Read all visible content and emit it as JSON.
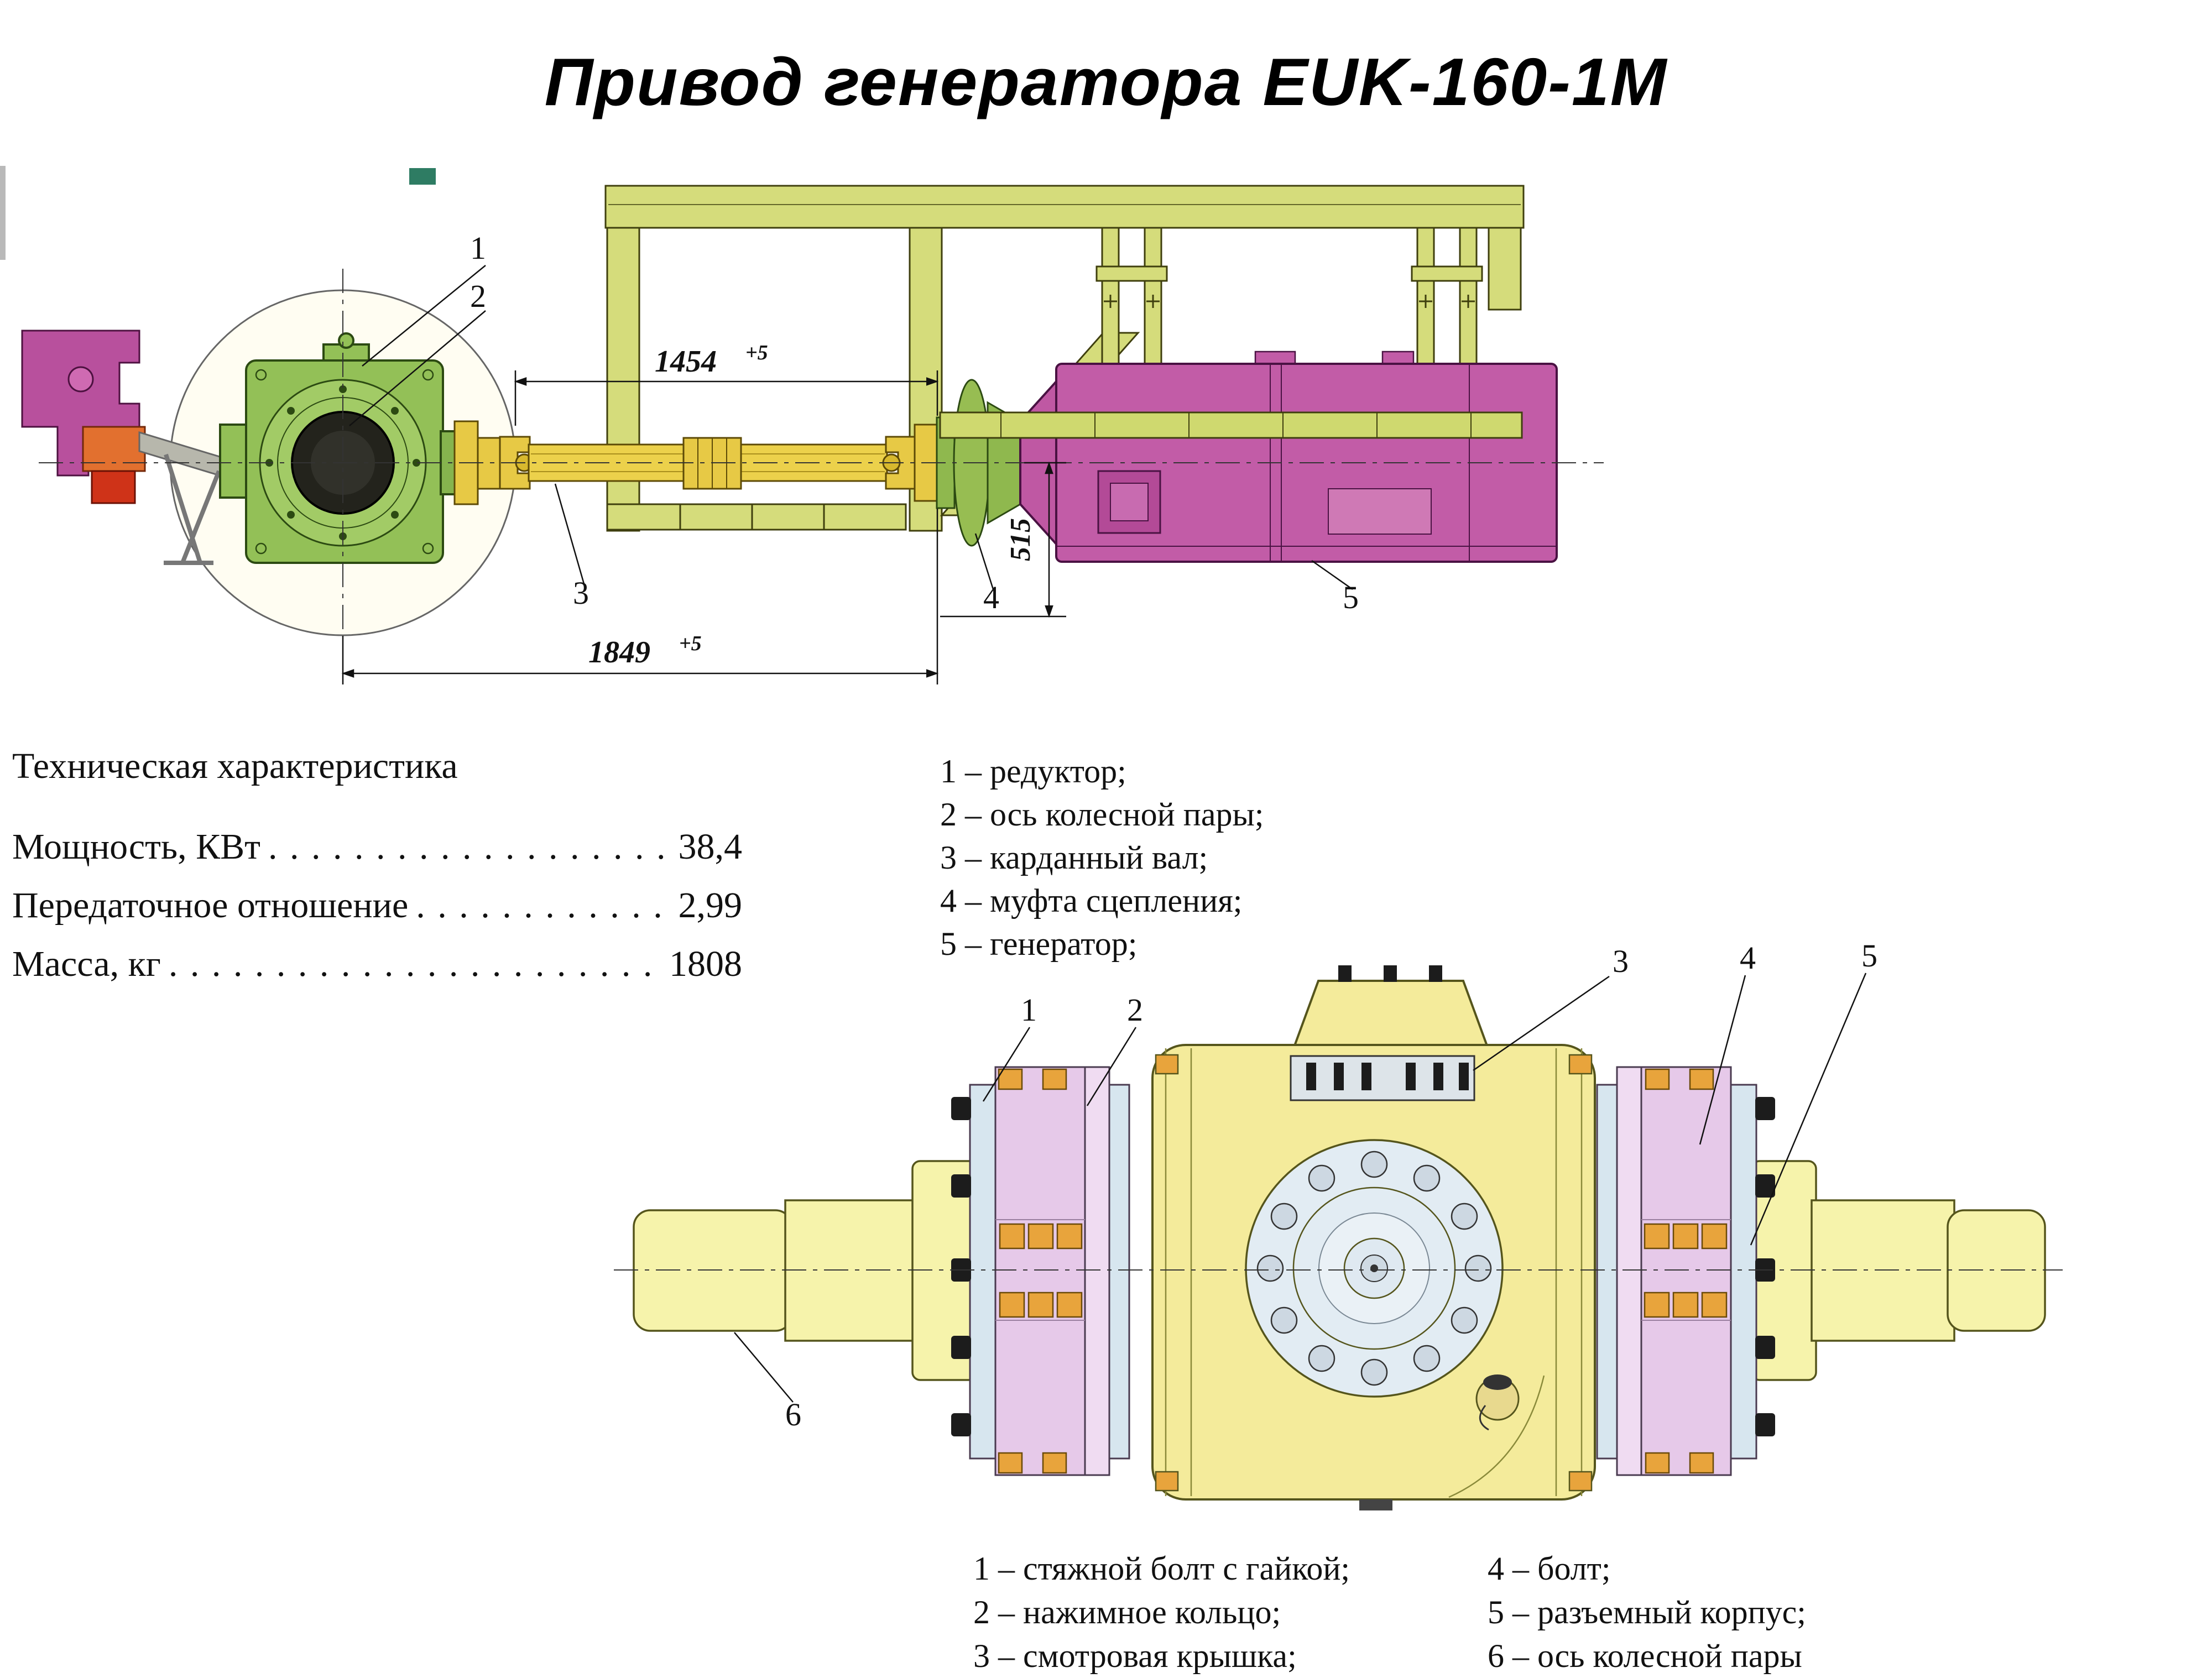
{
  "title": "Привод генератора EUK-160-1M",
  "top_diagram": {
    "dim_1454": {
      "value": "1454",
      "tol": "+5"
    },
    "dim_1849": {
      "value": "1849",
      "tol": "+5"
    },
    "dim_515": "515",
    "labels": {
      "l1": "1",
      "l2": "2",
      "l3": "3",
      "l4": "4",
      "l5": "5"
    }
  },
  "tech_spec": {
    "heading": "Техническая характеристика",
    "rows": [
      {
        "name": "Мощность, КВт",
        "dots": ". . . . . . . . . . . . . . . . . . . . . . . . .",
        "value": "38,4"
      },
      {
        "name": "Передаточное отношение",
        "dots": ". . . . . . . . . . . . . . .",
        "value": "2,99"
      },
      {
        "name": "Масса, кг",
        "dots": ". . . . . . . . . . . . . . . . . . . . . . . . . . . . . .",
        "value": "1808"
      }
    ]
  },
  "legend_top": {
    "items": [
      "1 – редуктор;",
      "2 – ось колесной пары;",
      "3 – карданный вал;",
      "4 – муфта сцепления;",
      "5 – генератор;"
    ]
  },
  "bottom_diagram": {
    "labels": {
      "l1": "1",
      "l2": "2",
      "l3": "3",
      "l4": "4",
      "l5": "5",
      "l6": "6"
    }
  },
  "legend_bottom": {
    "left": [
      "1 – стяжной болт с гайкой;",
      "2 – нажимное кольцо;",
      "3 – смотровая крышка;"
    ],
    "right": [
      "4 – болт;",
      "5 – разъемный корпус;",
      "6 – ось колесной пары"
    ]
  },
  "colors": {
    "frame_green_yellow": "#d5dc7b",
    "reducer_green": "#93c057",
    "generator_magenta": "#c25ca7",
    "shaft_yellow": "#ecd14b",
    "coupling_green": "#8fb84e",
    "housing_yellow": "#f4eb9b",
    "axle_pale_yellow": "#f6f3ab",
    "flange_pink": "#e6c9e9",
    "flange_blue": "#d7e6ef",
    "bolt_orange": "#e8a43c",
    "bracket_magenta": "#b8509d",
    "pump_orange": "#e2702f"
  }
}
